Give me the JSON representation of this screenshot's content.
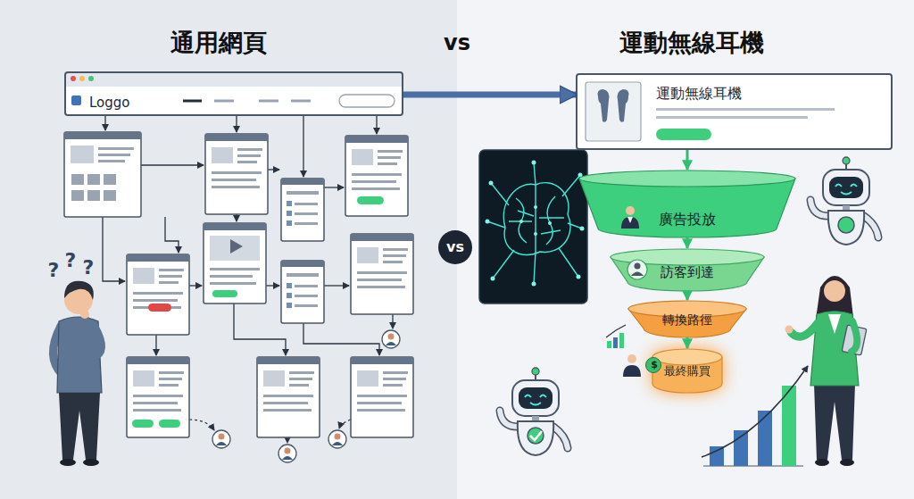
{
  "diagram": {
    "nodes": [
      {
        "text": [
          "Loggo"
        ]
      },
      {
        "text": [
          "運動無線耳機"
        ]
      },
      {
        "text": [
          "廣告投放"
        ]
      },
      {
        "text": [
          "訪客到達"
        ]
      },
      {
        "text": [
          "轉換路徑"
        ]
      },
      {
        "text": [
          "最終購買"
        ]
      },
      {
        "text": [
          "$"
        ]
      }
    ],
    "edges": [
      {
        "from": 0,
        "to": 1,
        "arrow": "to"
      },
      {
        "from": 1,
        "to": 2,
        "arrow": "to"
      },
      {
        "from": 2,
        "to": 3,
        "arrow": "to"
      },
      {
        "from": 3,
        "to": 4,
        "arrow": "to"
      },
      {
        "from": 4,
        "to": 5,
        "arrow": "to"
      }
    ],
    "labels": [
      "通用網頁",
      "vs",
      "運動無線耳機",
      "vs",
      "?",
      "?",
      "?"
    ]
  }
}
